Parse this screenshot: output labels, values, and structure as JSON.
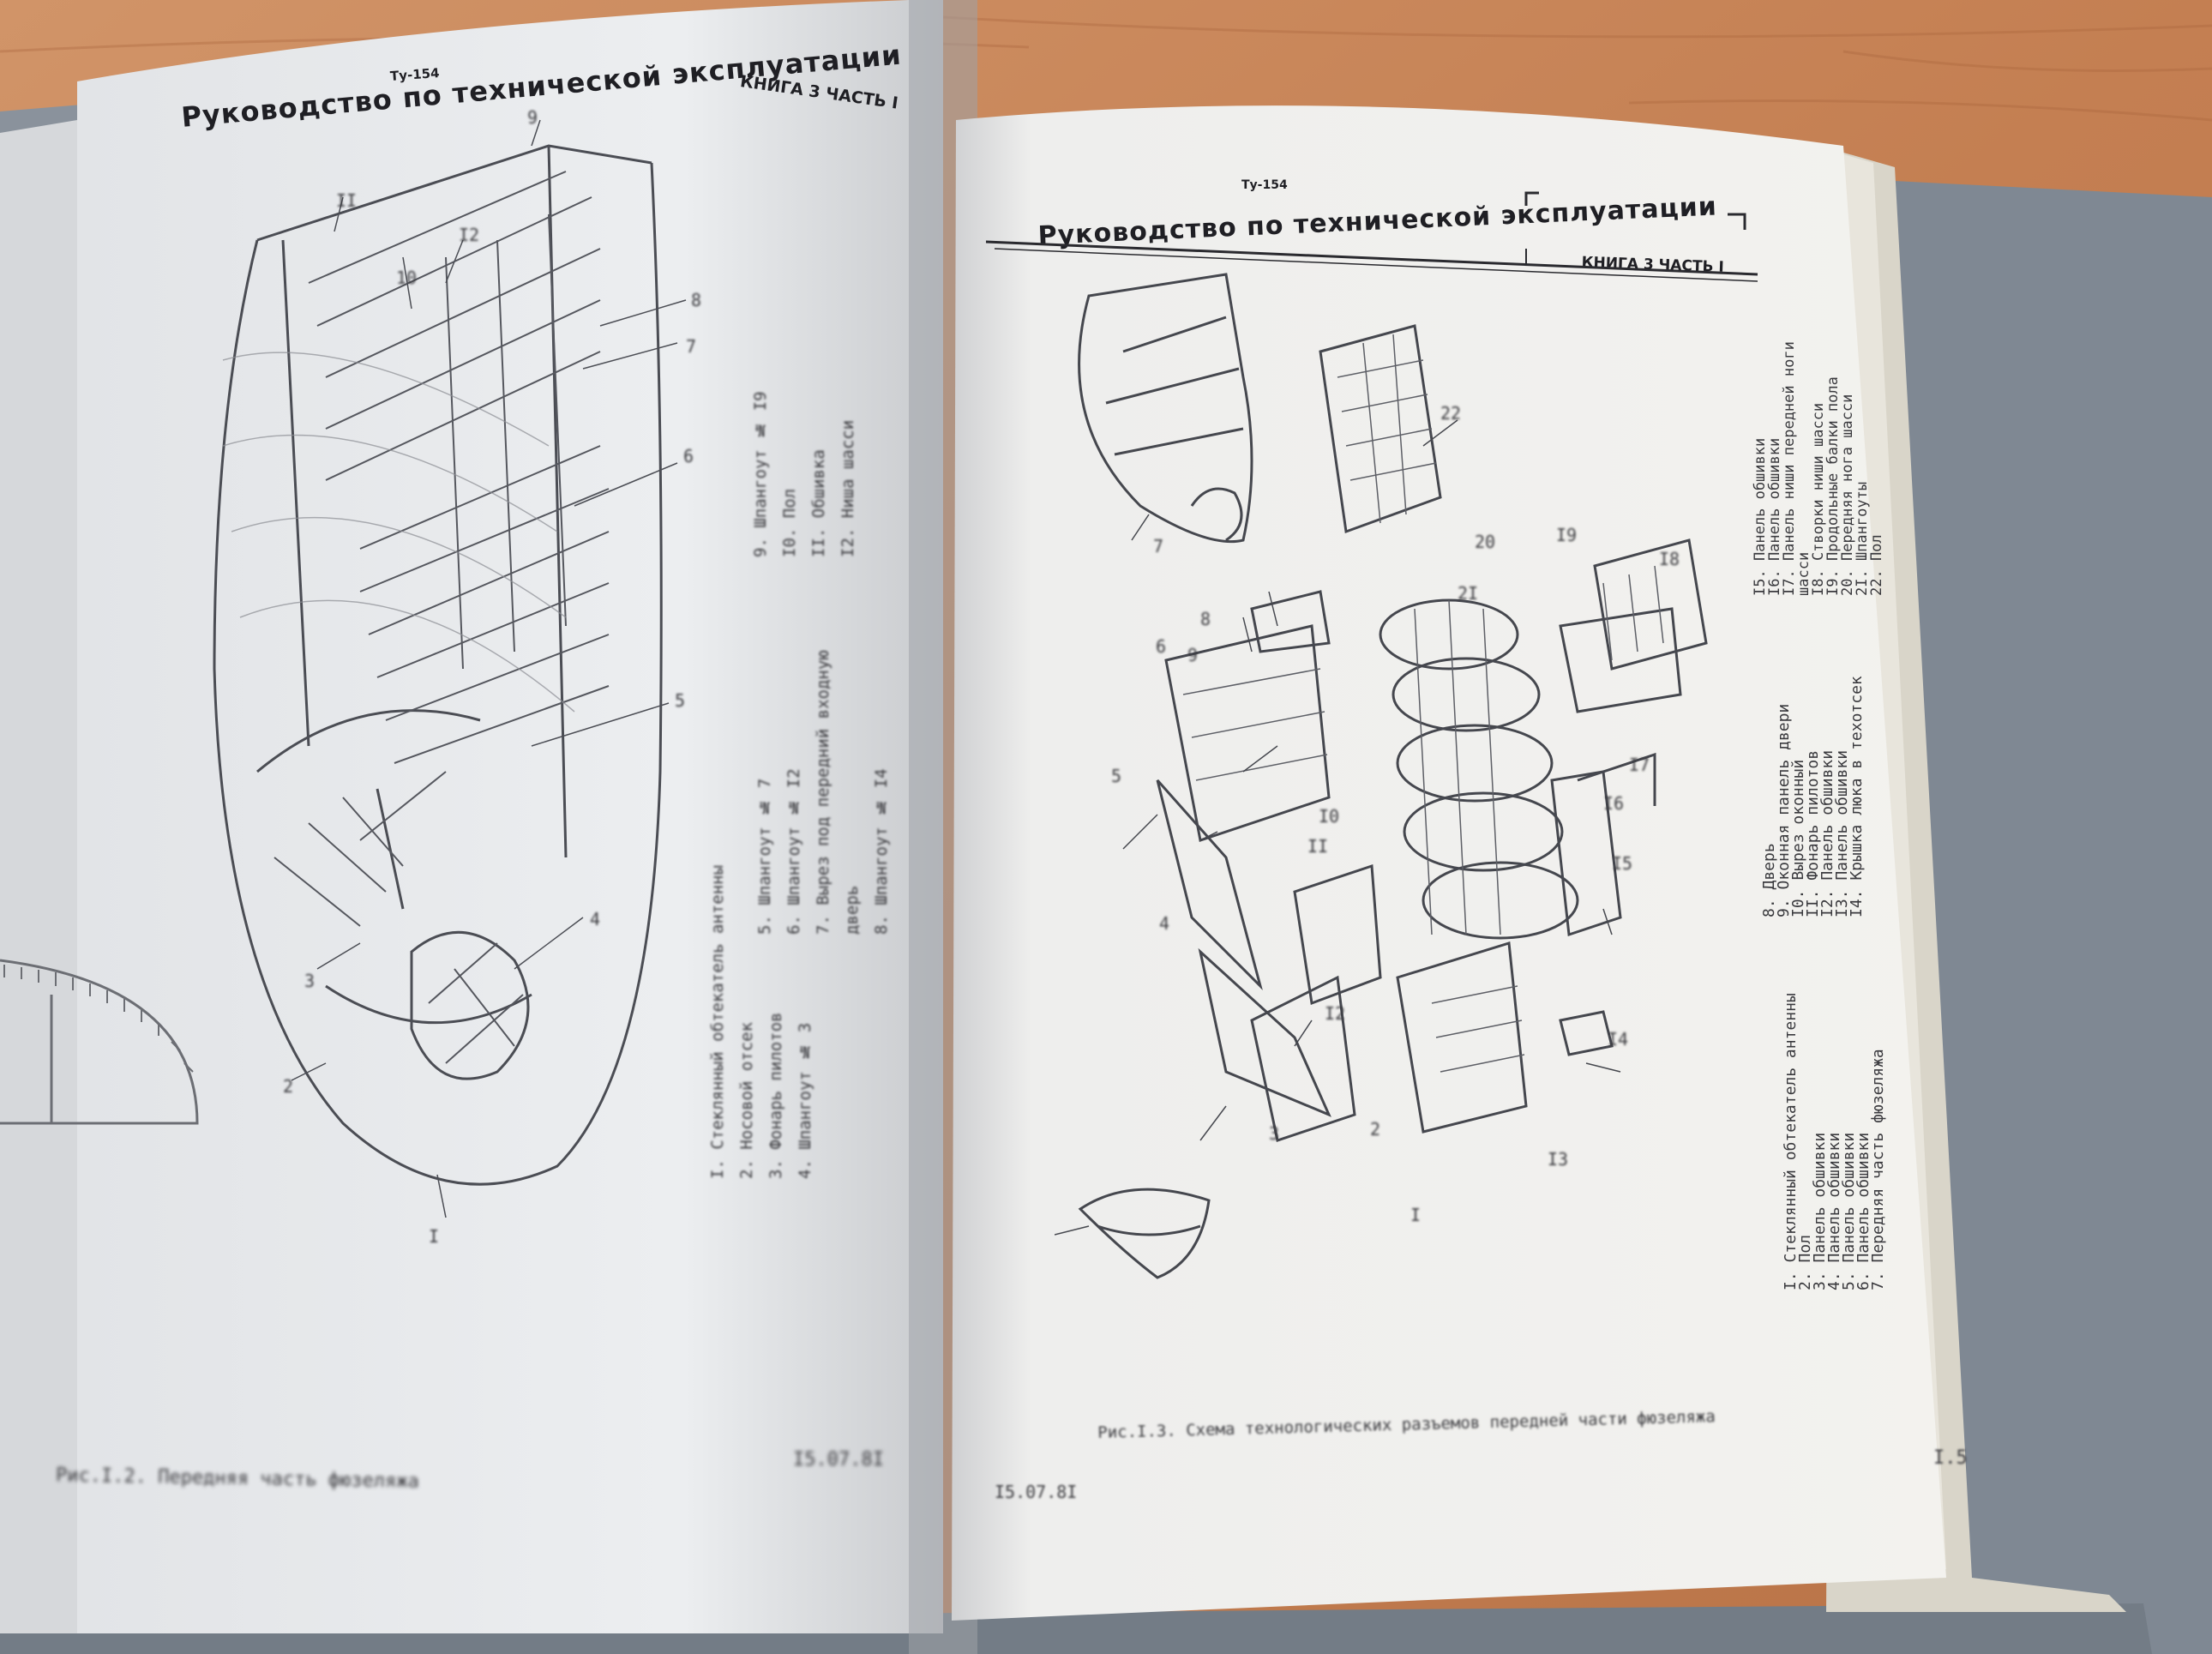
{
  "left_page": {
    "aircraft": "Ту-154",
    "manual_title": "Руководство по технической эксплуатации",
    "book": "КНИГА 3 ЧАСТЬ I",
    "callouts": [
      "I",
      "2",
      "3",
      "4",
      "5",
      "6",
      "7",
      "8",
      "9",
      "10",
      "II",
      "I2"
    ],
    "legend_col1": [
      "I. Стеклянный обтекатель антенны",
      "2. Носовой отсек",
      "3. Фонарь пилотов",
      "4. Шпангоут № 3"
    ],
    "legend_col2": [
      "5. Шпангоут № 7",
      "6. Шпангоут № I2",
      "7. Вырез под передний входную дверь",
      "8. Шпангоут № I4"
    ],
    "legend_col3": [
      "9. Шпангоут № I9",
      "I0. Пол",
      "II. Обшивка",
      "I2. Ниша шасси"
    ],
    "caption": "Рис.I.2. Передняя часть фюзеляжа",
    "date": "I5.07.8I"
  },
  "right_page": {
    "aircraft": "Ту-154",
    "manual_title": "Руководство по технической эксплуатации",
    "book": "КНИГА 3 ЧАСТЬ I",
    "callouts": [
      "I",
      "2",
      "3",
      "4",
      "5",
      "6",
      "7",
      "8",
      "9",
      "I0",
      "II",
      "I2",
      "I3",
      "I4",
      "I5",
      "I6",
      "I7",
      "I8",
      "I9",
      "20",
      "2I",
      "22"
    ],
    "legend_col1": [
      "I. Стеклянный обтекатель антенны",
      "2. Пол",
      "3. Панель обшивки",
      "4. Панель обшивки",
      "5. Панель обшивки",
      "6. Панель обшивки",
      "7. Передняя часть фюзеляжа"
    ],
    "legend_col2": [
      "8. Дверь",
      "9. Оконная панель двери",
      "I0. Вырез оконный",
      "II. Фонарь пилотов",
      "I2. Панель обшивки",
      "I3. Панель обшивки",
      "I4. Крышка люка в техотсек"
    ],
    "legend_col3": [
      "I5. Панель обшивки",
      "I6. Панель обшивки",
      "I7. Панель ниши передней ноги шасси",
      "I8. Створки ниши шасси",
      "I9. Продольные балки пола",
      "20. Передняя нога шасси",
      "2I. Шпангоуты",
      "22. Пол"
    ],
    "caption": "Рис.I.3. Схема технологических разъемов передней части фюзеляжа",
    "date": "I5.07.8I",
    "page_number": "I.5"
  }
}
